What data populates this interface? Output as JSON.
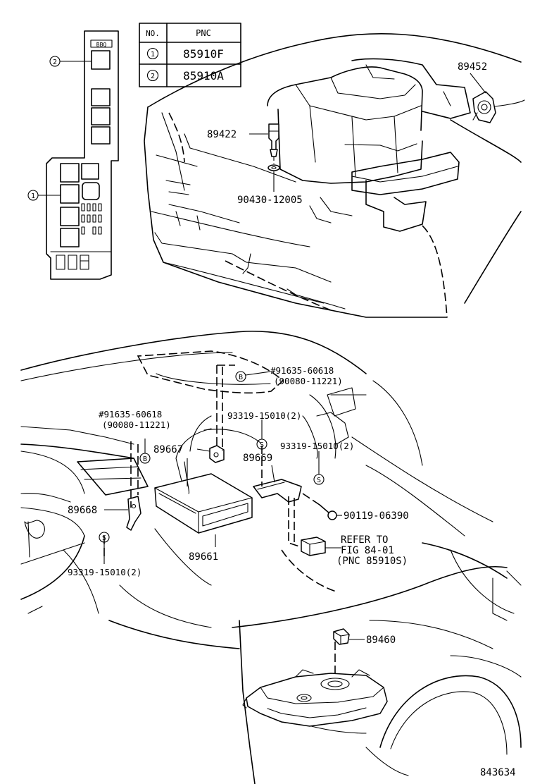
{
  "pnc_table": {
    "header_no": "NO.",
    "header_pnc": "PNC",
    "rows": [
      {
        "no": "1",
        "pnc": "85910F"
      },
      {
        "no": "2",
        "pnc": "85910A"
      }
    ]
  },
  "fuse_box": {
    "callout_1": "1",
    "callout_2": "2"
  },
  "callouts": {
    "p89452": "89452",
    "p89422": "89422",
    "p90430": "90430-12005",
    "p91635_upper": "#91635-60618",
    "p90080_upper": "(90080-11221)",
    "p91635_left": "#91635-60618",
    "p90080_left": "(90080-11221)",
    "p93319_a": "93319-15010(2)",
    "p93319_b": "93319-15010(2)",
    "p93319_c": "93319-15010(2)",
    "p89667": "89667",
    "p89669": "89669",
    "p89668": "89668",
    "p89661": "89661",
    "p90119": "90119-06390",
    "refer_line1": "REFER TO",
    "refer_line2": "FIG 84-01",
    "refer_line3": "(PNC 85910S)",
    "p89460": "89460"
  },
  "markers": {
    "b": "B",
    "s": "S"
  },
  "figure_number": "843634"
}
